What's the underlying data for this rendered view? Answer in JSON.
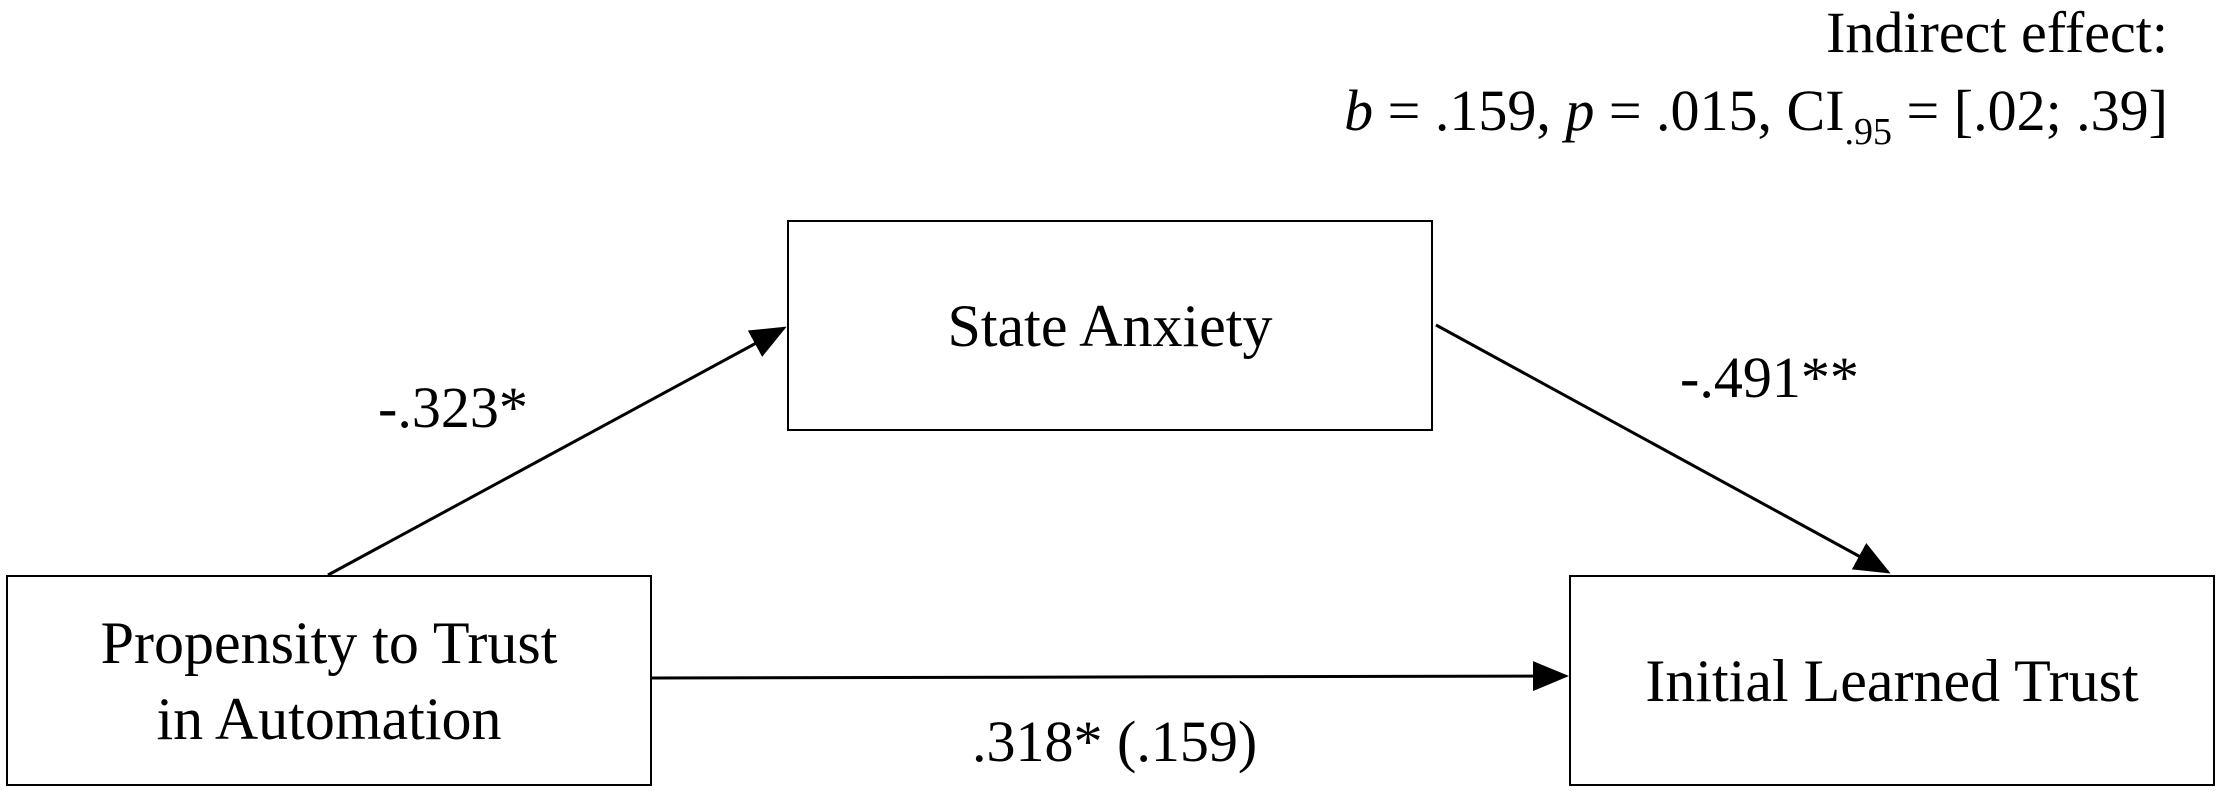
{
  "indirect_effect": {
    "title": "Indirect effect:",
    "b_symbol": "b",
    "b_value": " = .159, ",
    "p_symbol": "p",
    "p_value": " = .015, CI",
    "ci_subscript": ".95",
    "ci_value": " = [.02; .39]"
  },
  "nodes": {
    "mediator": "State Anxiety",
    "predictor_line1": "Propensity to Trust",
    "predictor_line2": "in Automation",
    "outcome": "Initial Learned Trust"
  },
  "paths": {
    "a": "-.323*",
    "b": "-.491**",
    "c": ".318* (.159)"
  }
}
